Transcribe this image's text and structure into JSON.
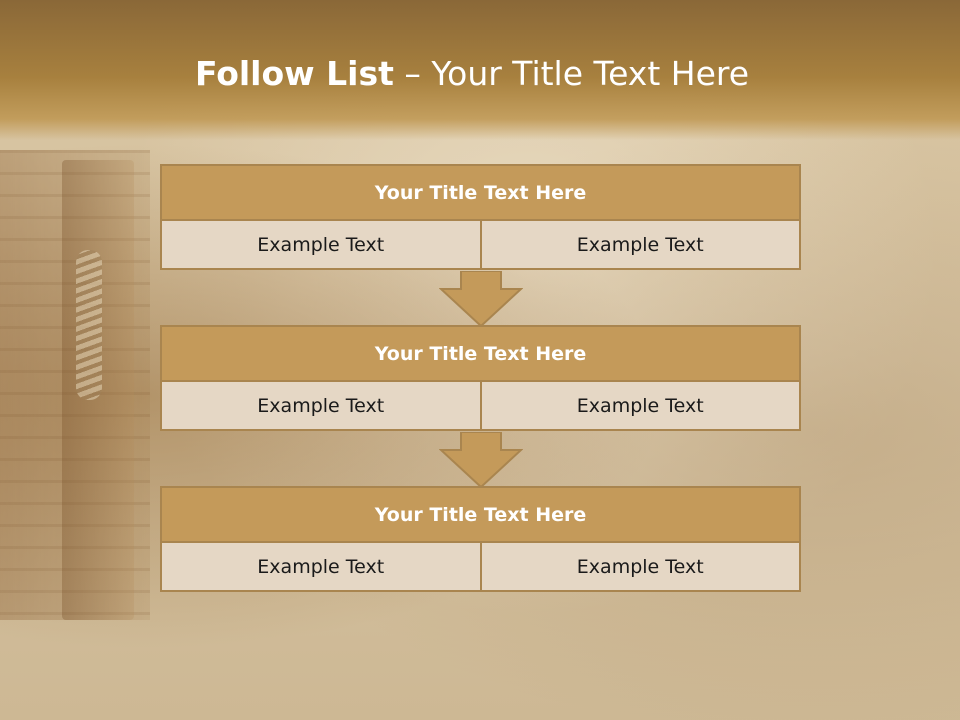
{
  "slide": {
    "title_bold": "Follow List",
    "title_rest": " – Your Title Text Here"
  },
  "blocks": [
    {
      "title": "Your Title Text Here",
      "left": "Example Text",
      "right": "Example Text"
    },
    {
      "title": "Your Title Text Here",
      "left": "Example Text",
      "right": "Example Text"
    },
    {
      "title": "Your Title Text Here",
      "left": "Example Text",
      "right": "Example Text"
    }
  ],
  "colors": {
    "header_fill": "#c49a5a",
    "cell_fill": "#e5d7c5",
    "border": "#a9854f",
    "banner": "#a7803e"
  },
  "icons": [
    "arrow-down-icon",
    "arrow-down-icon"
  ]
}
